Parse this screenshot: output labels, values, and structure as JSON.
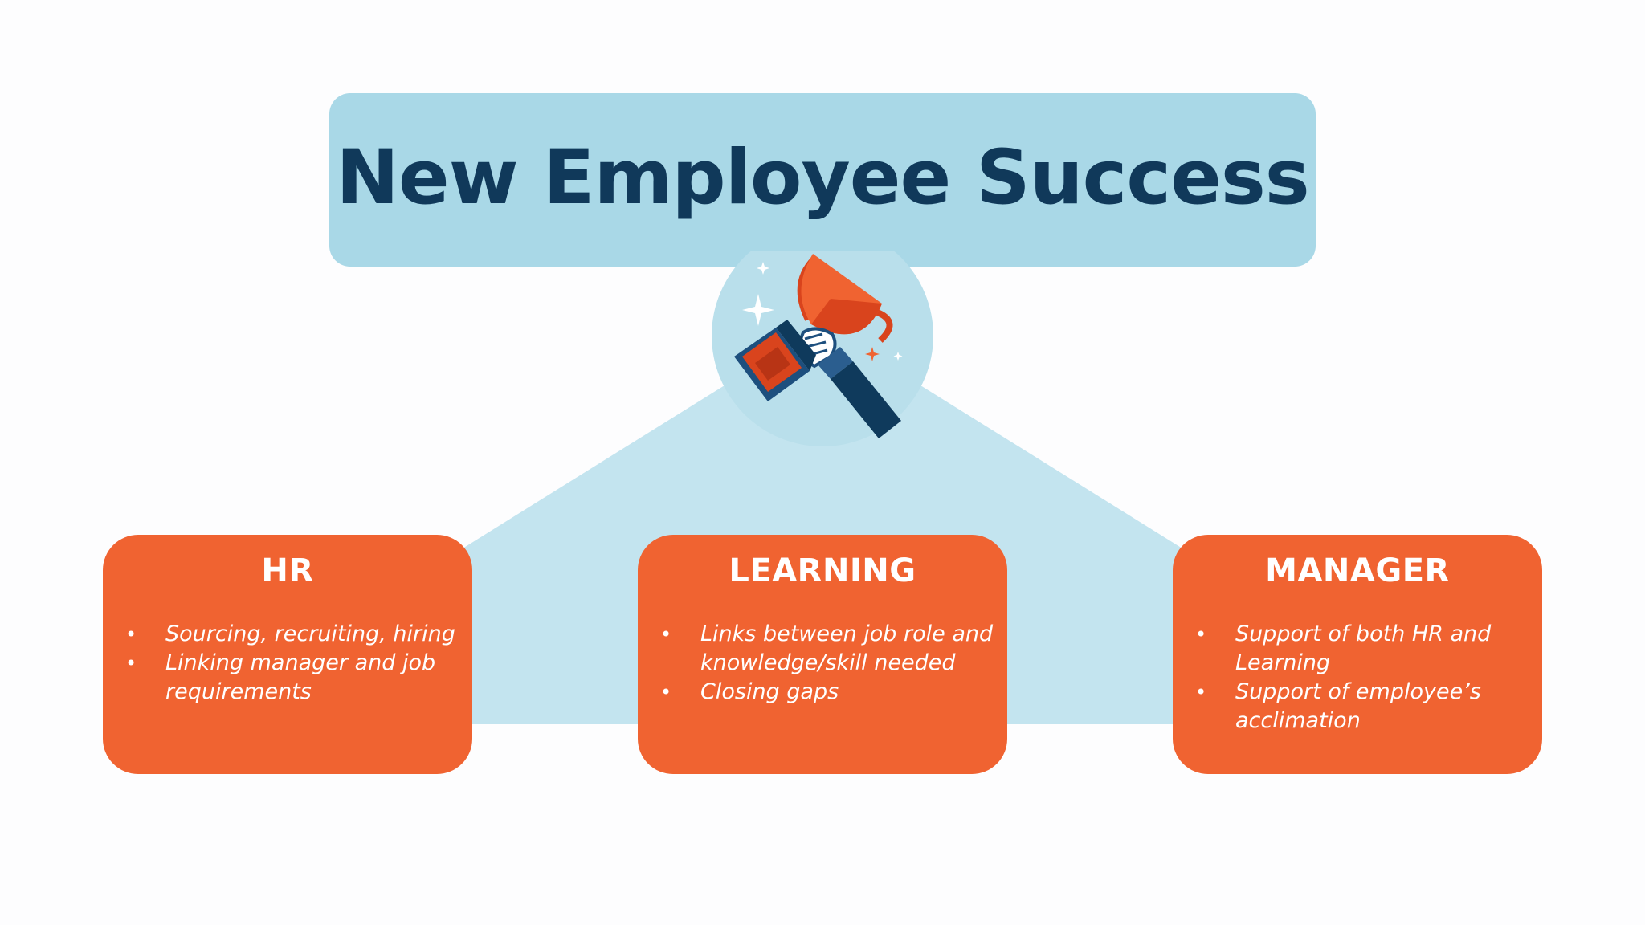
{
  "title": "New Employee Success",
  "emblem_icon": "trophy-award-icon",
  "colors": {
    "title_box": "#a9d8e7",
    "title_text": "#10395a",
    "card": "#f06331",
    "connector": "#c3e4ef",
    "emblem_circle": "#b9dfeb"
  },
  "cards": [
    {
      "title": "HR",
      "items": [
        "Sourcing, recruiting, hiring",
        "Linking manager and job requirements"
      ]
    },
    {
      "title": "LEARNING",
      "items": [
        "Links between job role and knowledge/skill needed",
        "Closing gaps"
      ]
    },
    {
      "title": "MANAGER",
      "items": [
        "Support of both HR and Learning",
        "Support of employee’s acclimation"
      ]
    }
  ]
}
